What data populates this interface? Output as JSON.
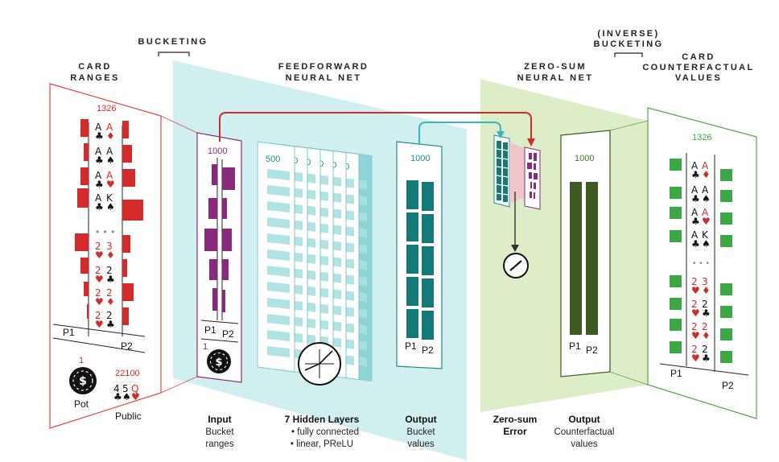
{
  "headers": {
    "card_ranges": [
      "CARD",
      "RANGES"
    ],
    "bucketing": "BUCKETING",
    "feedforward": [
      "FEEDFORWARD",
      "NEURAL NET"
    ],
    "zero_sum": [
      "ZERO-SUM",
      "NEURAL NET"
    ],
    "inverse_bucketing": [
      "(INVERSE)",
      "BUCKETING"
    ],
    "card_cf_values": [
      "CARD",
      "COUNTERFACTUAL",
      "VALUES"
    ]
  },
  "ranges_panel": {
    "count": "1326",
    "hands": [
      {
        "c1": "A",
        "s1": "♣",
        "c1_color": "#111",
        "c2": "A",
        "s2": "♦",
        "c2_color": "#d42a2a"
      },
      {
        "c1": "A",
        "s1": "♣",
        "c1_color": "#111",
        "c2": "A",
        "s2": "♠",
        "c2_color": "#111"
      },
      {
        "c1": "A",
        "s1": "♣",
        "c1_color": "#111",
        "c2": "A",
        "s2": "♥",
        "c2_color": "#d42a2a"
      },
      {
        "c1": "A",
        "s1": "♣",
        "c1_color": "#111",
        "c2": "K",
        "s2": "♠",
        "c2_color": "#111"
      },
      {
        "c1": "2",
        "s1": "♥",
        "c1_color": "#d42a2a",
        "c2": "3",
        "s2": "♦",
        "c2_color": "#d42a2a"
      },
      {
        "c1": "2",
        "s1": "♥",
        "c1_color": "#d42a2a",
        "c2": "2",
        "s2": "♣",
        "c2_color": "#111"
      },
      {
        "c1": "2",
        "s1": "♥",
        "c1_color": "#d42a2a",
        "c2": "2",
        "s2": "♦",
        "c2_color": "#d42a2a"
      },
      {
        "c1": "2",
        "s1": "♥",
        "c1_color": "#d42a2a",
        "c2": "2",
        "s2": "♣",
        "c2_color": "#111"
      }
    ],
    "ellipsis": "• • •",
    "p1": "P1",
    "p2": "P2",
    "pot_value": "1",
    "pot_label": "Pot",
    "public_value": "22100",
    "public_label": "Public",
    "public_cards": [
      "4",
      "5",
      "Q"
    ]
  },
  "input_panel": {
    "count": "1000",
    "p1": "P1",
    "p2": "P2",
    "pot_value": "1"
  },
  "hidden_panel": {
    "count": "500",
    "layer_count_label": "00"
  },
  "output_panel": {
    "count": "1000",
    "p1": "P1",
    "p2": "P2"
  },
  "zerosum_panel": {
    "minus_symbol": "—"
  },
  "cf_output_panel": {
    "count": "1000",
    "p1": "P1",
    "p2": "P2"
  },
  "cf_values_panel": {
    "count": "1326",
    "p1": "P1",
    "p2": "P2",
    "ellipsis": "• • •"
  },
  "captions": {
    "input": {
      "title": "Input",
      "lines": [
        "Bucket",
        "ranges"
      ]
    },
    "hidden": {
      "title": "7 Hidden Layers",
      "lines": [
        "• fully connected",
        "• linear, PReLU"
      ]
    },
    "output": {
      "title": "Output",
      "lines": [
        "Bucket",
        "values"
      ]
    },
    "zerosum": {
      "title": "Zero-sum",
      "lines": [
        "Error"
      ]
    },
    "cf_output": {
      "title": "Output",
      "lines": [
        "Counterfactual",
        "values"
      ]
    }
  },
  "colors": {
    "red": "#d42a2a",
    "purple": "#8a2a7c",
    "teal": "#157f7f",
    "teal_bg": "#cdeeee",
    "green_dark": "#3d5a22",
    "green_bg": "#dcedc6",
    "green_card": "#3aa843"
  }
}
